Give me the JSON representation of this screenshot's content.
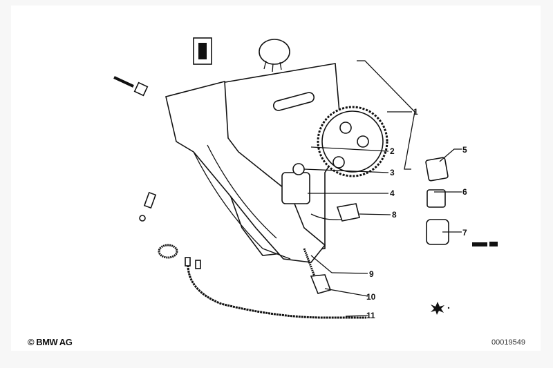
{
  "diagram": {
    "callouts": [
      "1",
      "2",
      "3",
      "4",
      "5",
      "6",
      "7",
      "8",
      "9",
      "10",
      "11"
    ],
    "copyright": "© BMW AG",
    "diagram_id": "00019549"
  }
}
